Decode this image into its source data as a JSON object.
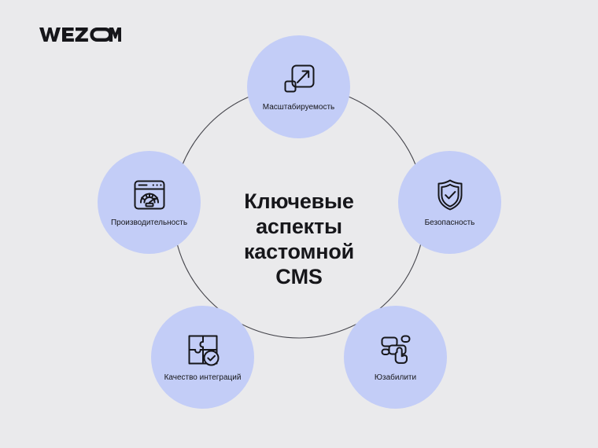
{
  "brand": {
    "name": "WEZOM"
  },
  "center": {
    "title_lines": [
      "Ключевые",
      "аспекты",
      "кастомной",
      "CMS"
    ],
    "line1": "Ключевые",
    "line2": "аспекты",
    "line3": "кастомной",
    "line4": "CMS"
  },
  "colors": {
    "background": "#eaeaec",
    "circle_fill": "#c3cdf7",
    "icon_stroke": "#16161a",
    "text": "#16161a",
    "ring_stroke": "#45454c"
  },
  "nodes": [
    {
      "id": "scalability",
      "label": "Масштабируемость",
      "icon": "scalability-arrow-icon",
      "position": "top"
    },
    {
      "id": "security",
      "label": "Безопасность",
      "icon": "shield-check-icon",
      "position": "right"
    },
    {
      "id": "usability",
      "label": "Юзабилити",
      "icon": "hand-pointer-ui-icon",
      "position": "bottom-right"
    },
    {
      "id": "integrations",
      "label": "Качество интеграций",
      "icon": "puzzle-check-icon",
      "position": "bottom-left"
    },
    {
      "id": "performance",
      "label": "Производительность",
      "icon": "browser-speedometer-icon",
      "position": "left"
    }
  ]
}
